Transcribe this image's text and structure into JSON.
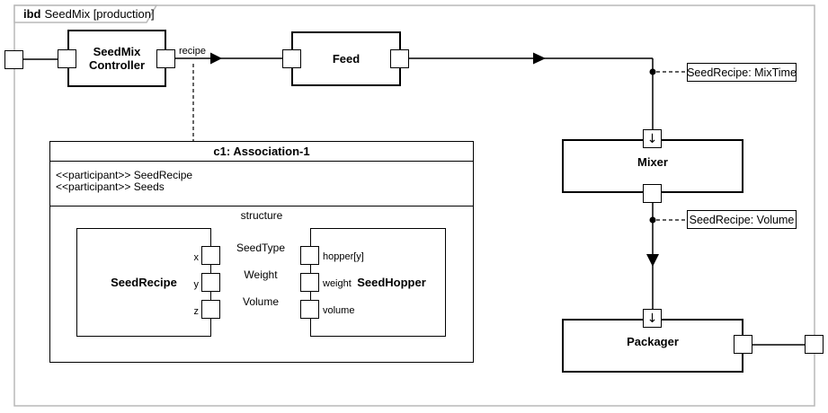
{
  "frame": {
    "keyword": "ibd",
    "title": "SeedMix [production]"
  },
  "blocks": {
    "controller": {
      "name": "SeedMix\nController"
    },
    "feed": {
      "name": "Feed"
    },
    "mixer": {
      "name": "Mixer"
    },
    "packager": {
      "name": "Packager"
    }
  },
  "connectors": {
    "recipe_label": "recipe"
  },
  "annotations": {
    "mixtime": "SeedRecipe: MixTime",
    "volume": "SeedRecipe: Volume"
  },
  "association": {
    "title": "c1: Association-1",
    "participants": [
      "<<participant>> SeedRecipe",
      "<<participant>> Seeds"
    ],
    "structure_label": "structure",
    "seed_recipe": {
      "name": "SeedRecipe",
      "ports": [
        "x",
        "y",
        "z"
      ]
    },
    "seed_hopper": {
      "name": "SeedHopper",
      "ports": [
        "hopper[y]",
        "weight",
        "volume"
      ]
    },
    "connector_labels": [
      "SeedType",
      "Weight",
      "Volume"
    ]
  },
  "icons": {
    "flow_direction": "↓"
  },
  "colors": {
    "frame_border": "#b9b9b9",
    "line": "#000000",
    "background": "#ffffff"
  }
}
